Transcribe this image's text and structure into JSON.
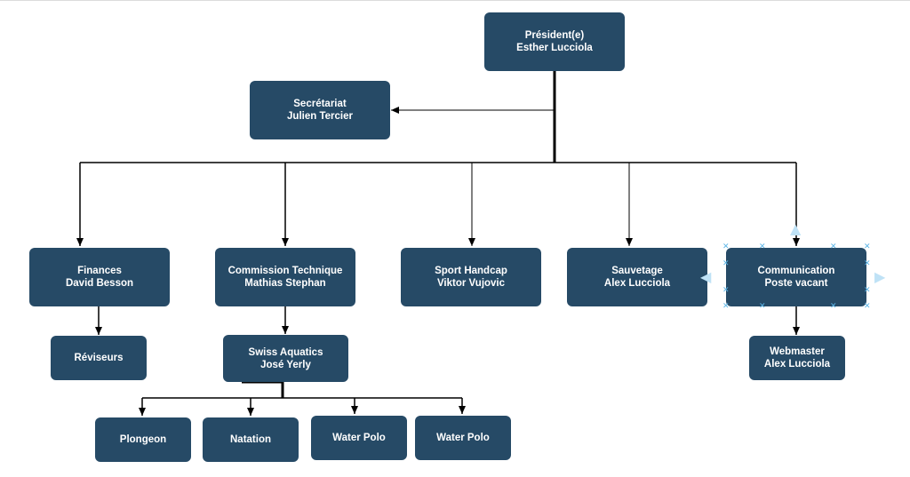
{
  "diagram": {
    "type": "org-chart",
    "nodes": [
      {
        "id": "president",
        "lines": [
          "Président(e)",
          "Esther Lucciola"
        ]
      },
      {
        "id": "secretariat",
        "lines": [
          "Secrétariat",
          "Julien Tercier"
        ]
      },
      {
        "id": "finances",
        "lines": [
          "Finances",
          "David Besson"
        ]
      },
      {
        "id": "commission-technique",
        "lines": [
          "Commission Technique",
          "Mathias Stephan"
        ]
      },
      {
        "id": "sport-handcap",
        "lines": [
          "Sport Handcap",
          "Viktor Vujovic"
        ]
      },
      {
        "id": "sauvetage",
        "lines": [
          "Sauvetage",
          "Alex Lucciola"
        ]
      },
      {
        "id": "communication",
        "lines": [
          "Communication",
          "Poste vacant"
        ]
      },
      {
        "id": "reviseurs",
        "lines": [
          "Réviseurs"
        ]
      },
      {
        "id": "swiss-aquatics",
        "lines": [
          "Swiss Aquatics",
          "José Yerly"
        ]
      },
      {
        "id": "webmaster",
        "lines": [
          "Webmaster",
          "Alex Lucciola"
        ]
      },
      {
        "id": "plongeon",
        "lines": [
          "Plongeon"
        ]
      },
      {
        "id": "natation",
        "lines": [
          "Natation"
        ]
      },
      {
        "id": "water-polo-1",
        "lines": [
          "Water Polo"
        ]
      },
      {
        "id": "water-polo-2",
        "lines": [
          "Water Polo"
        ]
      }
    ],
    "edges": [
      {
        "from": "president",
        "to": "secretariat"
      },
      {
        "from": "president",
        "to": "finances"
      },
      {
        "from": "president",
        "to": "commission-technique"
      },
      {
        "from": "president",
        "to": "sport-handcap"
      },
      {
        "from": "president",
        "to": "sauvetage"
      },
      {
        "from": "president",
        "to": "communication"
      },
      {
        "from": "finances",
        "to": "reviseurs"
      },
      {
        "from": "commission-technique",
        "to": "swiss-aquatics"
      },
      {
        "from": "communication",
        "to": "webmaster"
      },
      {
        "from": "swiss-aquatics",
        "to": "plongeon"
      },
      {
        "from": "swiss-aquatics",
        "to": "natation"
      },
      {
        "from": "swiss-aquatics",
        "to": "water-polo-1"
      },
      {
        "from": "swiss-aquatics",
        "to": "water-polo-2"
      }
    ],
    "selected_node": "communication",
    "colors": {
      "node_fill": "#264a66",
      "node_text": "#ffffff",
      "connector": "#000000",
      "selection": "#5ab4e6"
    }
  }
}
